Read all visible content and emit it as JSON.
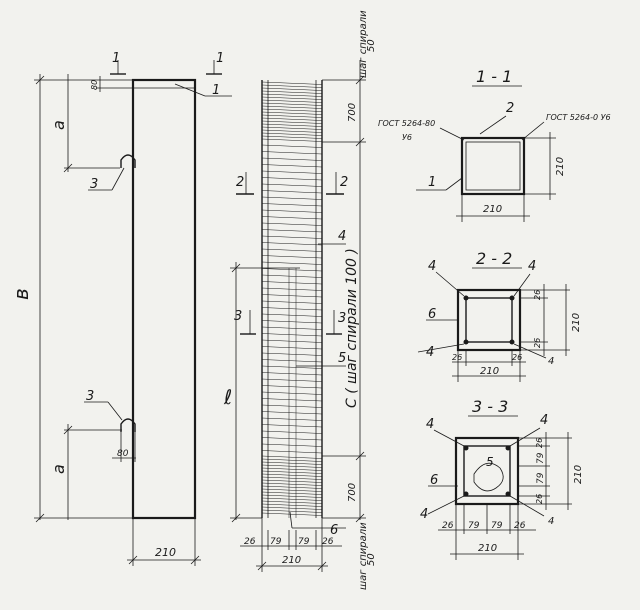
{
  "labels": {
    "elevation_total": "в",
    "elevation_a_top": "а",
    "elevation_a_bottom": "а",
    "cut_1_left": "1",
    "cut_1_right": "1",
    "dim_80_top": "80",
    "dim_80_bottom": "80",
    "item_1": "1",
    "item_3_top": "3",
    "item_3_bottom": "3",
    "width_210_elev": "210",
    "pitch_top": "шаг спирали",
    "pitch_top_value": "50",
    "pitch_bottom": "шаг спирали",
    "pitch_bottom_value": "50",
    "dim_700_top": "700",
    "dim_700_bottom": "700",
    "middle_dim": "С ( шаг спирали 100 )",
    "cut_2_left": "2",
    "cut_2_right": "2",
    "cut_3_left": "3",
    "cut_3_right": "3",
    "length_l": "ℓ",
    "item_4": "4",
    "item_5": "5",
    "item_6": "6",
    "bottom_26a": "26",
    "bottom_79a": "79",
    "bottom_79b": "79",
    "bottom_26b": "26",
    "bottom_210": "210"
  },
  "section_1": {
    "title": "1 - 1",
    "gost_left": "ГОСТ 5264-80",
    "gost_left_sub": "У6",
    "gost_right": "ГОСТ 5264-0 У6",
    "item_2": "2",
    "item_1": "1",
    "dim_right": "210",
    "dim_bottom": "210"
  },
  "section_2": {
    "title": "2 - 2",
    "item_4_tl": "4",
    "item_4_tr": "4",
    "item_4_bl": "4",
    "item_4_br": "4",
    "item_6": "6",
    "dim_26_bl": "26",
    "dim_26_br": "26",
    "dim_right_top": "26",
    "dim_right_mid": "210",
    "dim_right_bot": "26",
    "dim_bottom": "210"
  },
  "section_3": {
    "title": "3 - 3",
    "item_4_tl": "4",
    "item_4_tr": "4",
    "item_4_bl": "4",
    "item_4_br": "4",
    "item_5": "5",
    "item_6": "6",
    "dim_right_26a": "26",
    "dim_right_79a": "79",
    "dim_right_79b": "79",
    "dim_right_26b": "26",
    "dim_right_total": "210",
    "dim_bottom_26a": "26",
    "dim_bottom_79a": "79",
    "dim_bottom_79b": "79",
    "dim_bottom_26b": "26",
    "dim_bottom_total": "210"
  }
}
